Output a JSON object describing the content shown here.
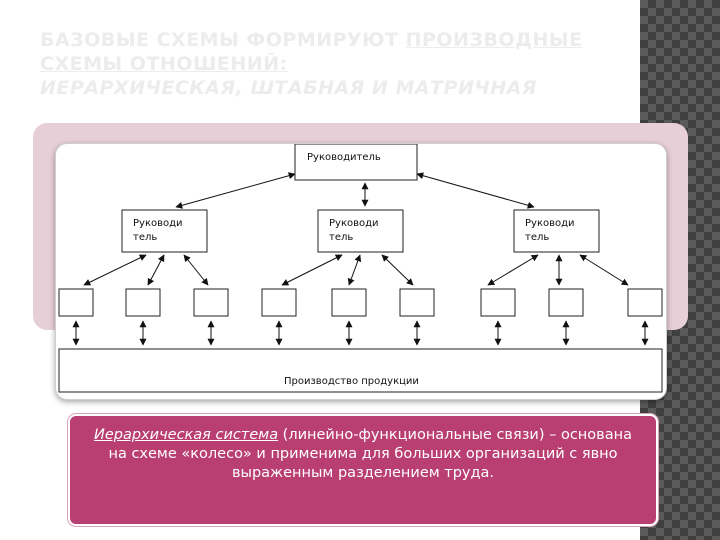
{
  "slide": {
    "title_line1": "БАЗОВЫЕ СХЕМЫ ФОРМИРУЮТ ",
    "title_line1_underlined": "ПРОИЗВОДНЫЕ",
    "title_line2": "СХЕМЫ ОТНОШЕНИЙ:",
    "title_line3": "ИЕРАРХИЧЕСКАЯ, ШТАБНАЯ И МАТРИЧНАЯ"
  },
  "diagram": {
    "top_box": "Руководитель",
    "managers": [
      {
        "line1": "Руководи",
        "line2": "тель"
      },
      {
        "line1": "Руководи",
        "line2": "тель"
      },
      {
        "line1": "Руководи",
        "line2": "тель"
      }
    ],
    "bottom_label": "Производство продукции"
  },
  "caption": {
    "emphasis": "Иерархическая система",
    "rest": " (линейно-функциональные связи) – основана на схеме «колесо» и применима для больших организаций с явно выраженным разделением труда."
  }
}
